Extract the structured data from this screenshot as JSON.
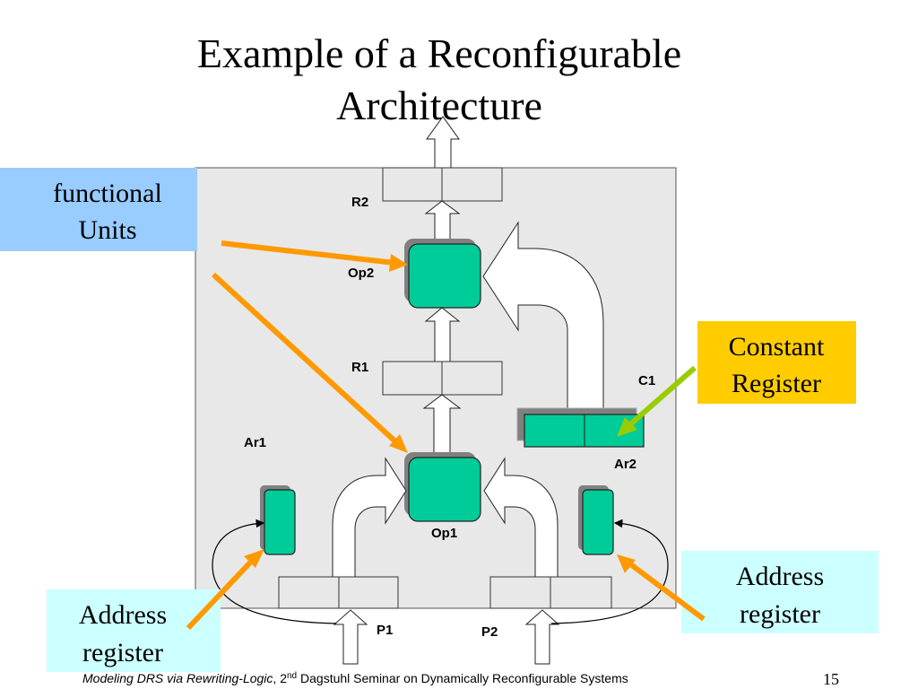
{
  "title": {
    "line1": "Example of a Reconfigurable",
    "line2": "Architecture"
  },
  "labels": {
    "r2": "R2",
    "op2": "Op2",
    "r1": "R1",
    "c1": "C1",
    "ar1": "Ar1",
    "ar2": "Ar2",
    "op1": "Op1",
    "p1": "P1",
    "p2": "P2"
  },
  "callouts": {
    "functional_units": {
      "line1": "functional",
      "line2": "Units"
    },
    "constant_register": {
      "line1": "Constant",
      "line2": "Register"
    },
    "address_register_right": {
      "line1": "Address",
      "line2": "register"
    },
    "address_register_left": {
      "line1": "Address",
      "line2": "register"
    }
  },
  "footer": {
    "italic": "Modeling DRS via Rewriting-Logic",
    "sep": ", 2",
    "sup": "nd",
    "rest": " Dagstuhl Seminar on Dynamically Reconfigurable Systems",
    "page": "15"
  },
  "colors": {
    "unit": "#00cc99",
    "arrow_orange": "#ff9900",
    "arrow_green": "#99cc00",
    "callout_blue": "#99ccff",
    "callout_yellow": "#ffcc00",
    "callout_cyan": "#ccffff",
    "board": "#e8e8e8"
  }
}
